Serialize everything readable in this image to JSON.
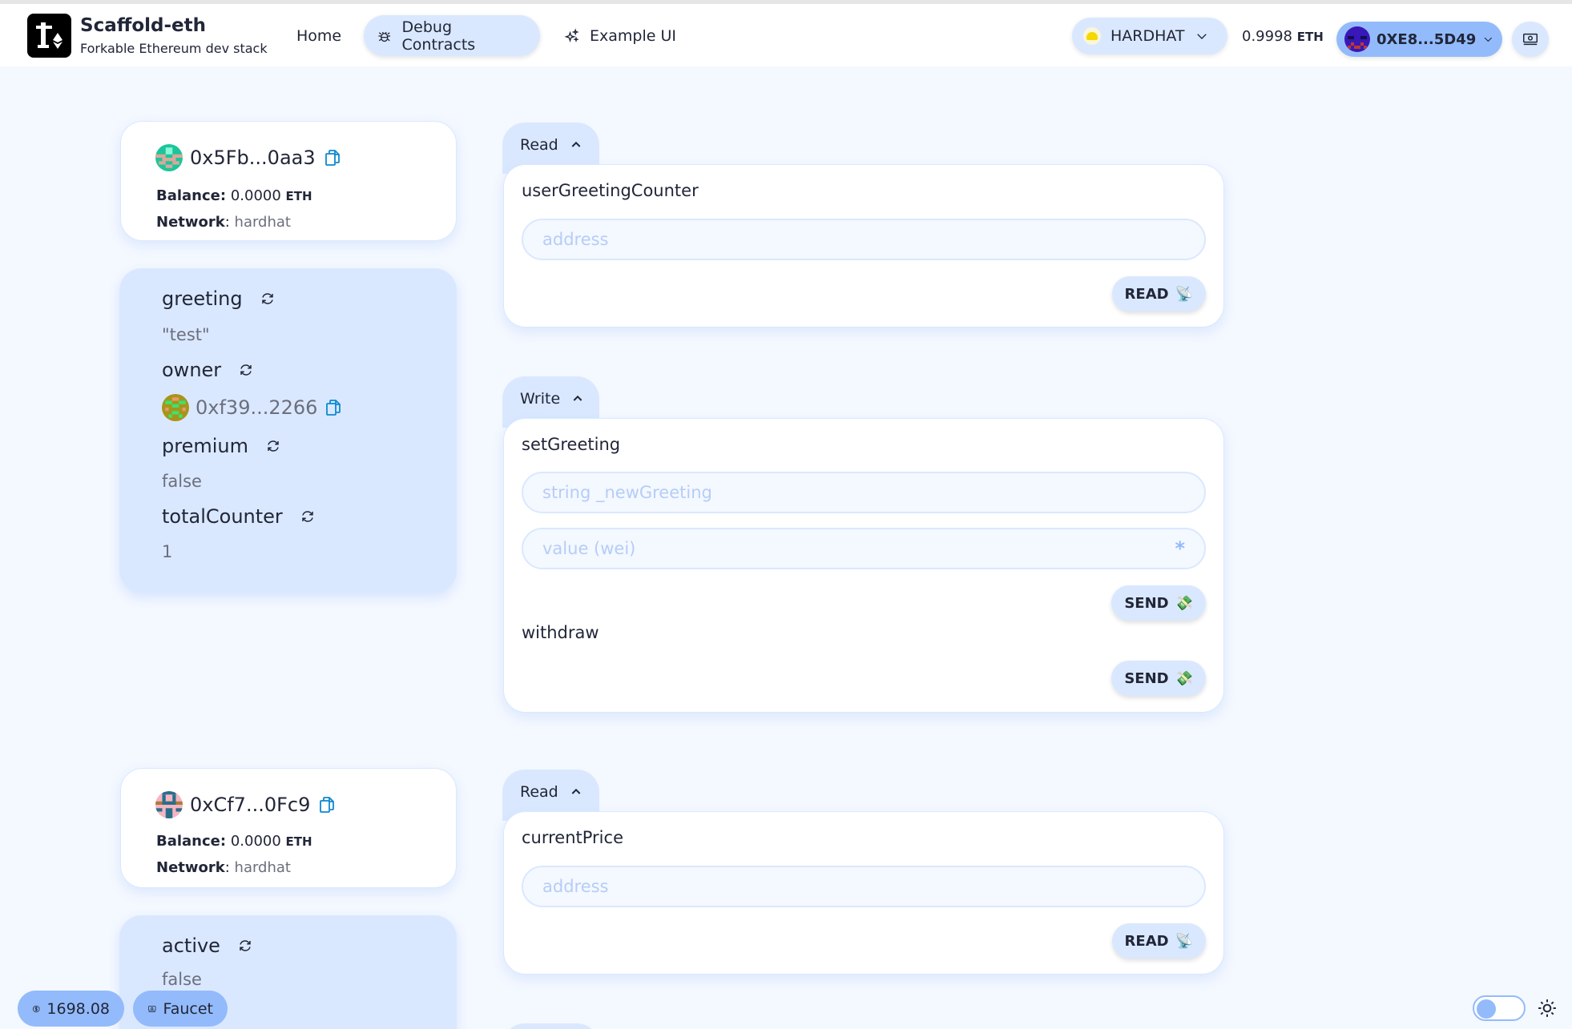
{
  "header": {
    "brand_title": "Scaffold-eth",
    "brand_subtitle": "Forkable Ethereum dev stack",
    "nav": [
      {
        "label": "Home",
        "icon": null,
        "active": false
      },
      {
        "label": "Debug Contracts",
        "icon": "bug-icon",
        "active": true
      },
      {
        "label": "Example UI",
        "icon": "sparkles-icon",
        "active": false
      }
    ],
    "network": {
      "label": "HARDHAT",
      "icon": "hardhat-icon"
    },
    "balance": {
      "value": "0.9998",
      "unit": "ETH"
    },
    "account": {
      "address": "0XE8...5D49"
    },
    "faucet_icon": "banknotes-icon"
  },
  "contracts": [
    {
      "address": "0x5Fb...0aa3",
      "balance_label": "Balance:",
      "balance_value": "0.0000",
      "balance_unit": "ETH",
      "network_label": "Network",
      "network_value": "hardhat",
      "variables": [
        {
          "name": "greeting",
          "value": "\"test\""
        },
        {
          "name": "owner",
          "value": "0xf39...2266",
          "is_address": true
        },
        {
          "name": "premium",
          "value": "false"
        },
        {
          "name": "totalCounter",
          "value": "1"
        }
      ],
      "sections": [
        {
          "tab": "Read",
          "functions": [
            {
              "name": "userGreetingCounter",
              "inputs": [
                {
                  "placeholder": "address"
                }
              ],
              "button": "READ",
              "button_emoji": "📡"
            }
          ]
        },
        {
          "tab": "Write",
          "functions": [
            {
              "name": "setGreeting",
              "inputs": [
                {
                  "placeholder": "string _newGreeting"
                },
                {
                  "placeholder": "value (wei)",
                  "suffix": "*"
                }
              ],
              "button": "SEND",
              "button_emoji": "💸"
            },
            {
              "name": "withdraw",
              "inputs": [],
              "button": "SEND",
              "button_emoji": "💸"
            }
          ]
        }
      ]
    },
    {
      "address": "0xCf7...0Fc9",
      "balance_label": "Balance:",
      "balance_value": "0.0000",
      "balance_unit": "ETH",
      "network_label": "Network",
      "network_value": "hardhat",
      "variables": [
        {
          "name": "active",
          "value": "false"
        }
      ],
      "sections": [
        {
          "tab": "Read",
          "functions": [
            {
              "name": "currentPrice",
              "inputs": [
                {
                  "placeholder": "address"
                }
              ],
              "button": "READ",
              "button_emoji": "📡"
            }
          ]
        }
      ]
    }
  ],
  "footer": {
    "price": "1698.08",
    "price_icon": "dollar-circle-icon",
    "faucet_label": "Faucet",
    "faucet_icon": "banknotes-icon",
    "theme_icon": "sun-icon"
  },
  "colors": {
    "page_bg": "#f4f8ff",
    "primary": "#93bbfb",
    "secondary": "#dae8ff",
    "text": "#212638",
    "muted": "#6b6f7e",
    "copy_icon": "#0e88d0"
  }
}
